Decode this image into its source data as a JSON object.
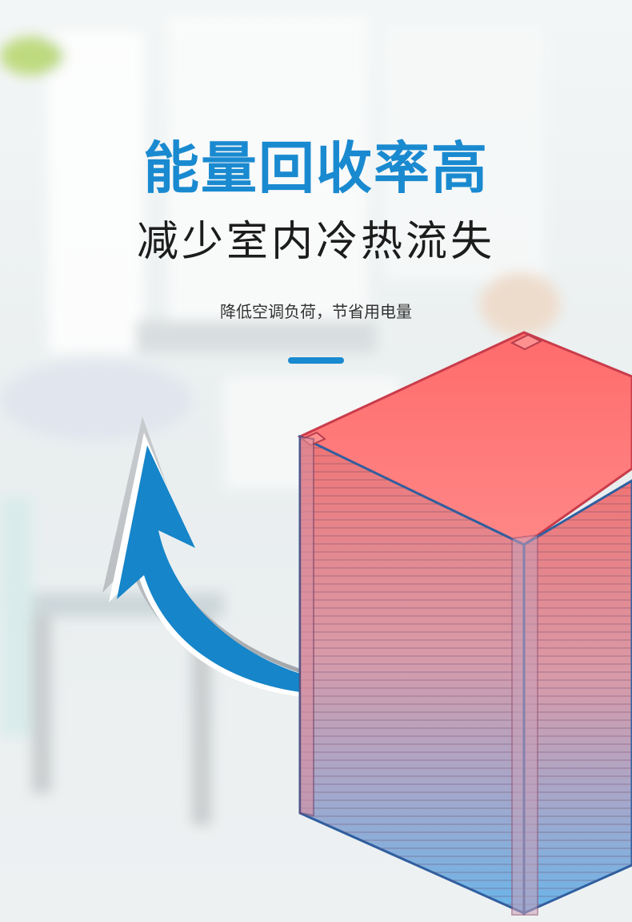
{
  "headline": "能量回收率高",
  "subheadline": "减少室内冷热流失",
  "caption": "降低空调负荷，节省用电量",
  "colors": {
    "accent": "#1a8ad0",
    "headline": "#1a8ad0",
    "subheadline": "#1c1c1c",
    "caption": "#333333",
    "hot": "#ff6b6b",
    "cold": "#5fb6ea"
  },
  "icons": {
    "arrow": "curved-arrow-icon",
    "exchanger": "heat-exchanger-core"
  }
}
